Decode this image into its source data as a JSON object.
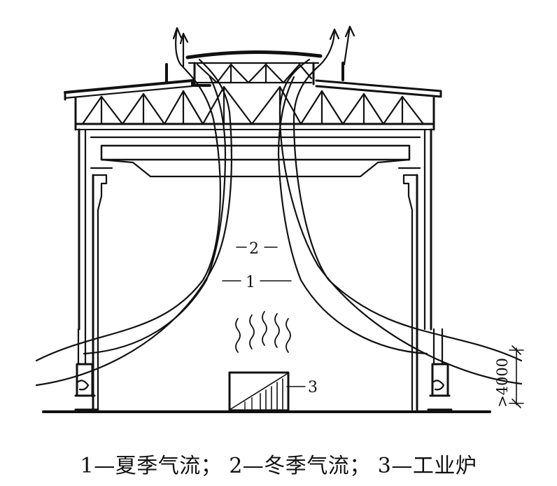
{
  "labels": {
    "summer_flow_left": "1",
    "summer_flow_right": "1",
    "winter_flow_left": "2",
    "winter_flow_right": "2",
    "furnace": "3",
    "dimension": ">4000"
  },
  "caption": [
    {
      "text": "1—夏季气流；"
    },
    {
      "text": "2—冬季气流；"
    },
    {
      "text": "3—工业炉"
    }
  ]
}
